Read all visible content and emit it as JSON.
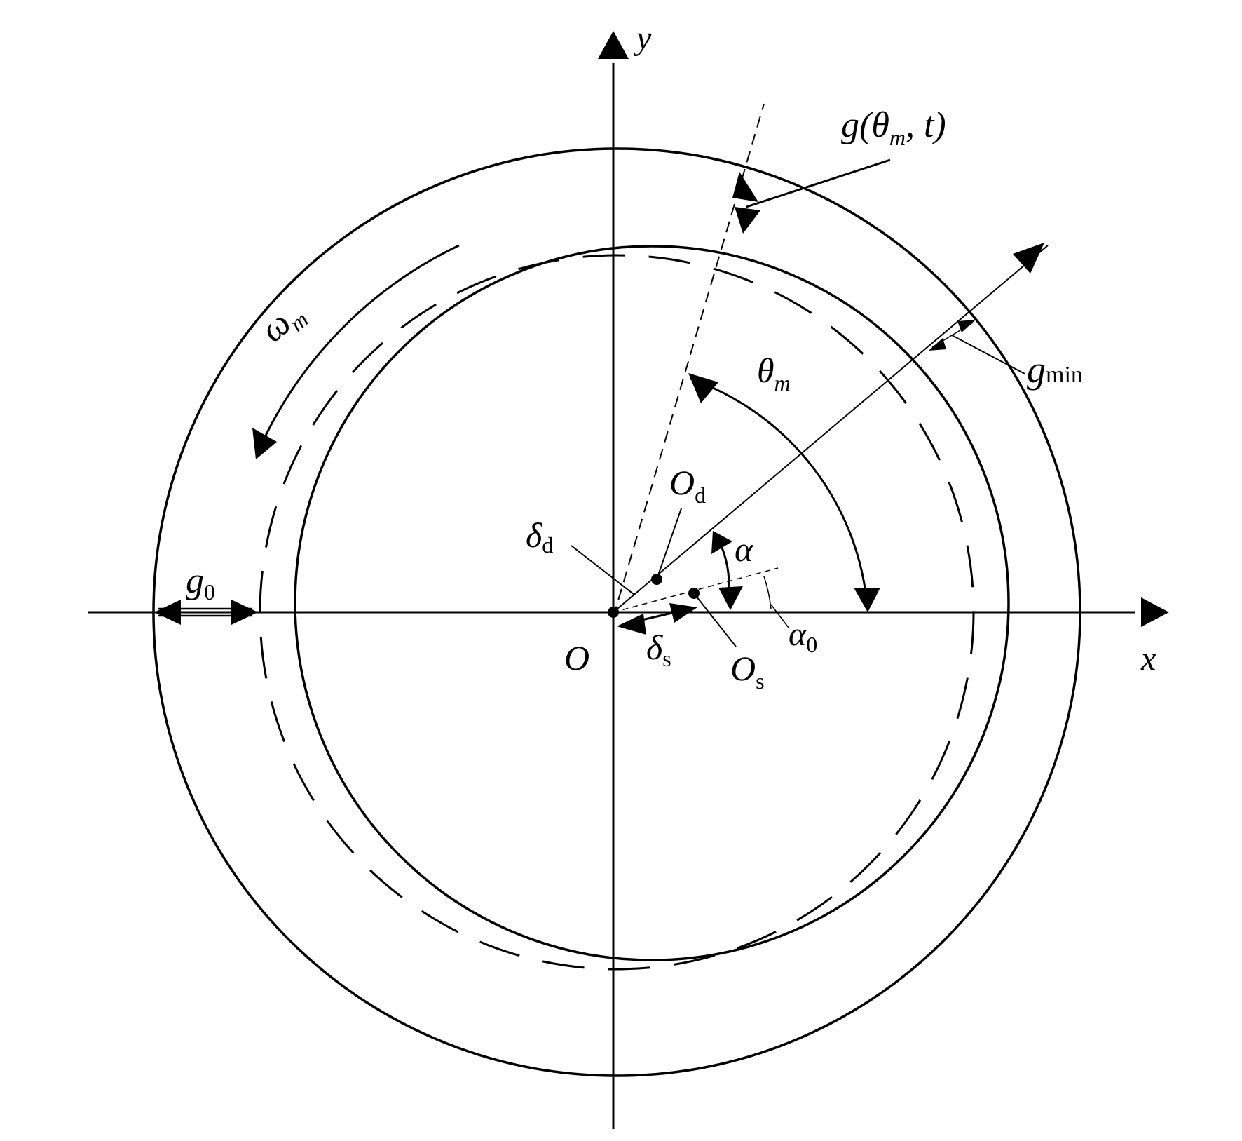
{
  "labels": {
    "y_axis": "y",
    "x_axis": "x",
    "origin": "O",
    "gap_function": {
      "main": "g(θ",
      "sub": "m",
      "tail": ", t)"
    },
    "omega": {
      "main": "ω",
      "sub": "m"
    },
    "theta": {
      "main": "θ",
      "sub": "m"
    },
    "g_min": {
      "main": "g",
      "sub": "min"
    },
    "g_0": {
      "main": "g",
      "sub": "0"
    },
    "O_d": {
      "main": "O",
      "sub": "d"
    },
    "O_s": {
      "main": "O",
      "sub": "s"
    },
    "delta_d": {
      "main": "δ",
      "sub": "d"
    },
    "delta_s": {
      "main": "δ",
      "sub": "s"
    },
    "alpha": "α",
    "alpha_0": {
      "main": "α",
      "sub": "0"
    }
  }
}
